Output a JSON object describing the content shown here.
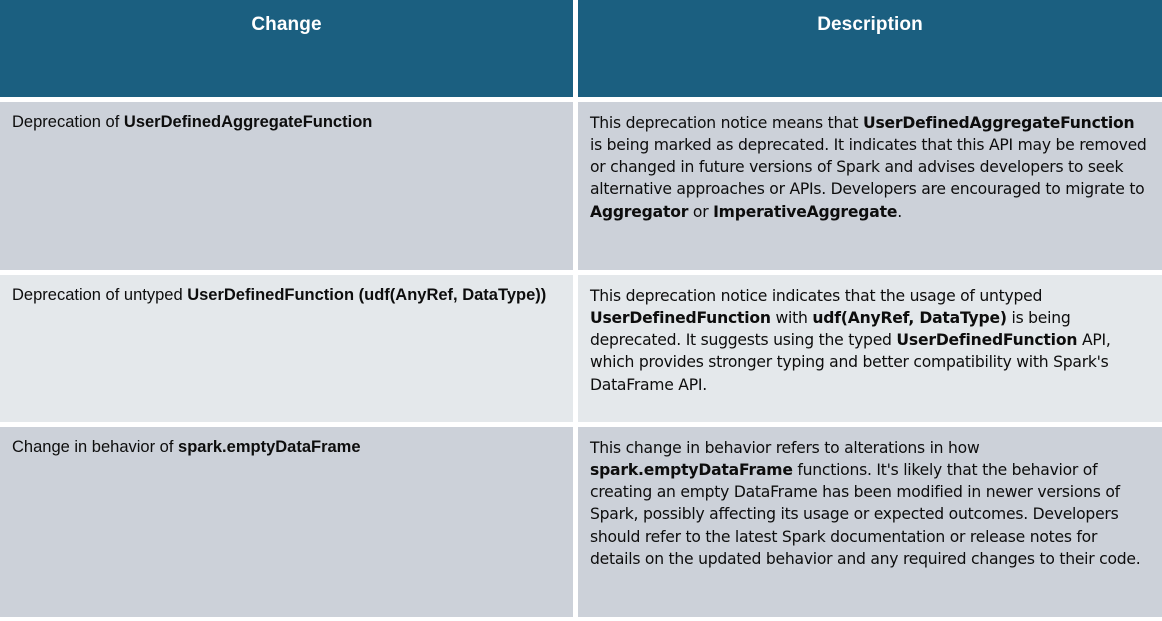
{
  "table": {
    "columns": [
      {
        "key": "change",
        "label": "Change"
      },
      {
        "key": "description",
        "label": "Description"
      }
    ],
    "colors": {
      "header_background": "#1b5f80",
      "header_text": "#ffffff",
      "row_shade_dark": "#ccd1d9",
      "row_shade_light": "#e4e8eb",
      "body_text": "#0d0d0d",
      "page_background": "#ffffff"
    },
    "rows": [
      {
        "shade": "dark",
        "change": {
          "segments": [
            {
              "text": "Deprecation of ",
              "bold": false
            },
            {
              "text": "UserDefinedAggregateFunction",
              "bold": true
            }
          ],
          "plain": "Deprecation of UserDefinedAggregateFunction"
        },
        "description": {
          "segments": [
            {
              "text": "This deprecation notice means that ",
              "bold": false
            },
            {
              "text": "UserDefinedAggregateFunction",
              "bold": true
            },
            {
              "text": " is being marked as deprecated. It indicates that this API may be removed or changed in future versions of Spark and advises developers to seek alternative approaches or APIs. Developers are encouraged to migrate to ",
              "bold": false
            },
            {
              "text": "Aggregator",
              "bold": true
            },
            {
              "text": " or ",
              "bold": false
            },
            {
              "text": "ImperativeAggregate",
              "bold": true
            },
            {
              "text": ".",
              "bold": false
            }
          ],
          "plain": "This deprecation notice means that UserDefinedAggregateFunction is being marked as deprecated. It indicates that this API may be removed or changed in future versions of Spark and advises developers to seek alternative approaches or APIs. Developers are encouraged to migrate to Aggregator or ImperativeAggregate."
        }
      },
      {
        "shade": "light",
        "change": {
          "segments": [
            {
              "text": "Deprecation of untyped ",
              "bold": false
            },
            {
              "text": "UserDefinedFunction (udf(AnyRef, DataType))",
              "bold": true
            }
          ],
          "plain": "Deprecation of untyped UserDefinedFunction (udf(AnyRef, DataType))"
        },
        "description": {
          "segments": [
            {
              "text": "This deprecation notice indicates that the usage of untyped ",
              "bold": false
            },
            {
              "text": "UserDefinedFunction",
              "bold": true
            },
            {
              "text": " with ",
              "bold": false
            },
            {
              "text": "udf(AnyRef, DataType)",
              "bold": true
            },
            {
              "text": " is being deprecated. It suggests using the typed ",
              "bold": false
            },
            {
              "text": "UserDefinedFunction",
              "bold": true
            },
            {
              "text": " API, which provides stronger typing and better compatibility with Spark's DataFrame API.",
              "bold": false
            }
          ],
          "plain": "This deprecation notice indicates that the usage of untyped UserDefinedFunction with udf(AnyRef, DataType) is being deprecated. It suggests using the typed UserDefinedFunction API, which provides stronger typing and better compatibility with Spark's DataFrame API."
        }
      },
      {
        "shade": "dark",
        "change": {
          "segments": [
            {
              "text": "Change in behavior of ",
              "bold": false
            },
            {
              "text": "spark.emptyDataFrame",
              "bold": true
            }
          ],
          "plain": "Change in behavior of spark.emptyDataFrame"
        },
        "description": {
          "segments": [
            {
              "text": "This change in behavior refers to alterations in how ",
              "bold": false
            },
            {
              "text": "spark.emptyDataFrame",
              "bold": true
            },
            {
              "text": " functions. It's likely that the behavior of creating an empty DataFrame has been modified in newer versions of Spark, possibly affecting its usage or expected outcomes. Developers should refer to the latest Spark documentation or release notes for details on the updated behavior and any required changes to their code.",
              "bold": false
            }
          ],
          "plain": "This change in behavior refers to alterations in how spark.emptyDataFrame functions. It's likely that the behavior of creating an empty DataFrame has been modified in newer versions of Spark, possibly affecting its usage or expected outcomes. Developers should refer to the latest Spark documentation or release notes for details on the updated behavior and any required changes to their code."
        }
      }
    ]
  }
}
